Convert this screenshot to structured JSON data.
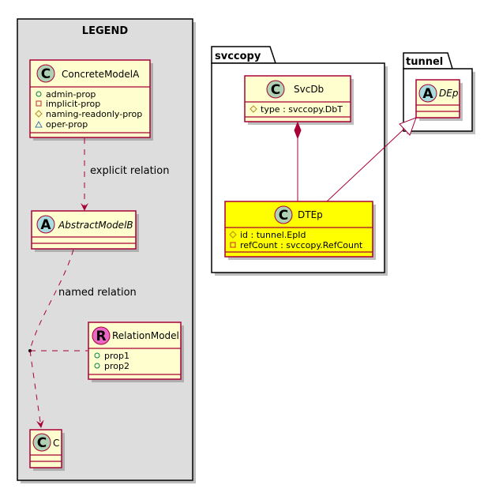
{
  "legend": {
    "title": "LEGEND",
    "concrete_model": {
      "name": "ConcreteModelA",
      "badge": "C",
      "attributes": [
        {
          "visibility": "public",
          "text": "admin-prop"
        },
        {
          "visibility": "private",
          "text": "implicit-prop"
        },
        {
          "visibility": "protected",
          "text": "naming-readonly-prop"
        },
        {
          "visibility": "package",
          "text": "oper-prop"
        }
      ]
    },
    "abstract_model": {
      "name": "AbstractModelB",
      "badge": "A"
    },
    "relation_model": {
      "name": "RelationModel",
      "badge": "R",
      "attributes": [
        {
          "visibility": "public",
          "text": "prop1"
        },
        {
          "visibility": "public",
          "text": "prop2"
        }
      ]
    },
    "c_model": {
      "name": "C",
      "badge": "C"
    },
    "explicit_relation_label": "explicit relation",
    "named_relation_label": "named relation"
  },
  "packages": {
    "svccopy": {
      "name": "svccopy",
      "svcdb": {
        "name": "SvcDb",
        "badge": "C",
        "attributes": [
          {
            "visibility": "protected",
            "text": "type : svccopy.DbT"
          }
        ]
      },
      "dtep": {
        "name": "DTEp",
        "badge": "C",
        "attributes": [
          {
            "visibility": "protected",
            "text": "id : tunnel.EpId"
          },
          {
            "visibility": "private",
            "text": "refCount : svccopy.RefCount"
          }
        ]
      }
    },
    "tunnel": {
      "name": "tunnel",
      "dep": {
        "name": "DEp",
        "badge": "A"
      }
    }
  },
  "colors": {
    "class_fill": "#FEFECE",
    "border": "#A80036",
    "legend_bg": "#DDDDDD",
    "highlight_fill": "#FFFF00",
    "badge_concrete": "#ADD1B2",
    "badge_abstract": "#A9DCDF",
    "badge_relation": "#EB67C5"
  }
}
